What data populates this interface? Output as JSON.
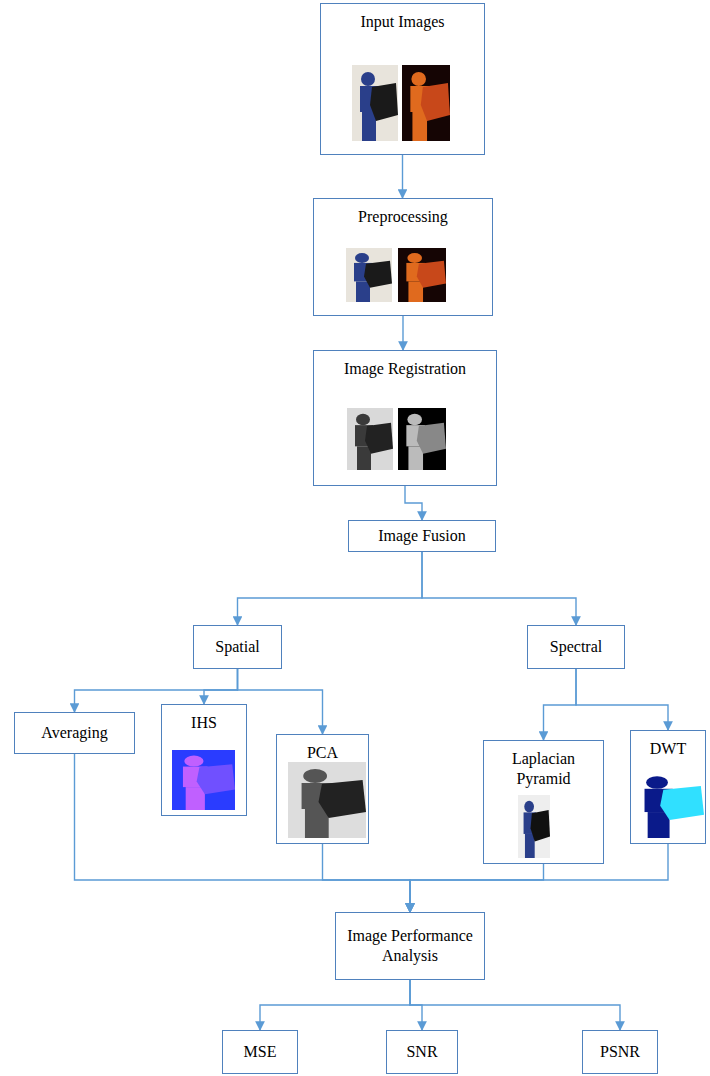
{
  "diagram": {
    "nodes": [
      {
        "text": [
          "Input Images"
        ]
      },
      {
        "text": [
          "Preprocessing"
        ]
      },
      {
        "text": [
          "Image Registration"
        ]
      },
      {
        "text": [
          "Image Fusion"
        ]
      },
      {
        "text": [
          "Spatial"
        ]
      },
      {
        "text": [
          "Spectral"
        ]
      },
      {
        "text": [
          "Averaging"
        ]
      },
      {
        "text": [
          "IHS"
        ]
      },
      {
        "text": [
          "PCA"
        ]
      },
      {
        "text": [
          "Laplacian Pyramid"
        ]
      },
      {
        "text": [
          "DWT"
        ]
      },
      {
        "text": [
          "Image Performance Analysis"
        ]
      },
      {
        "text": [
          "MSE"
        ]
      },
      {
        "text": [
          "SNR"
        ]
      },
      {
        "text": [
          "PSNR"
        ]
      }
    ],
    "edges": [
      {
        "from": 0,
        "to": 1,
        "arrow": "to"
      },
      {
        "from": 1,
        "to": 2,
        "arrow": "to"
      },
      {
        "from": 2,
        "to": 3,
        "arrow": "to"
      },
      {
        "from": 3,
        "to": 4,
        "arrow": "to"
      },
      {
        "from": 3,
        "to": 5,
        "arrow": "to"
      },
      {
        "from": 4,
        "to": 6,
        "arrow": "to"
      },
      {
        "from": 4,
        "to": 7,
        "arrow": "to"
      },
      {
        "from": 4,
        "to": 8,
        "arrow": "to"
      },
      {
        "from": 5,
        "to": 9,
        "arrow": "to"
      },
      {
        "from": 5,
        "to": 10,
        "arrow": "to"
      },
      {
        "from": 6,
        "to": 11,
        "arrow": "to"
      },
      {
        "from": 8,
        "to": 11,
        "arrow": "to"
      },
      {
        "from": 9,
        "to": 11,
        "arrow": "to"
      },
      {
        "from": 10,
        "to": 11,
        "arrow": "to"
      },
      {
        "from": 11,
        "to": 12,
        "arrow": "to"
      },
      {
        "from": 11,
        "to": 13,
        "arrow": "to"
      },
      {
        "from": 11,
        "to": 14,
        "arrow": "to"
      }
    ]
  }
}
